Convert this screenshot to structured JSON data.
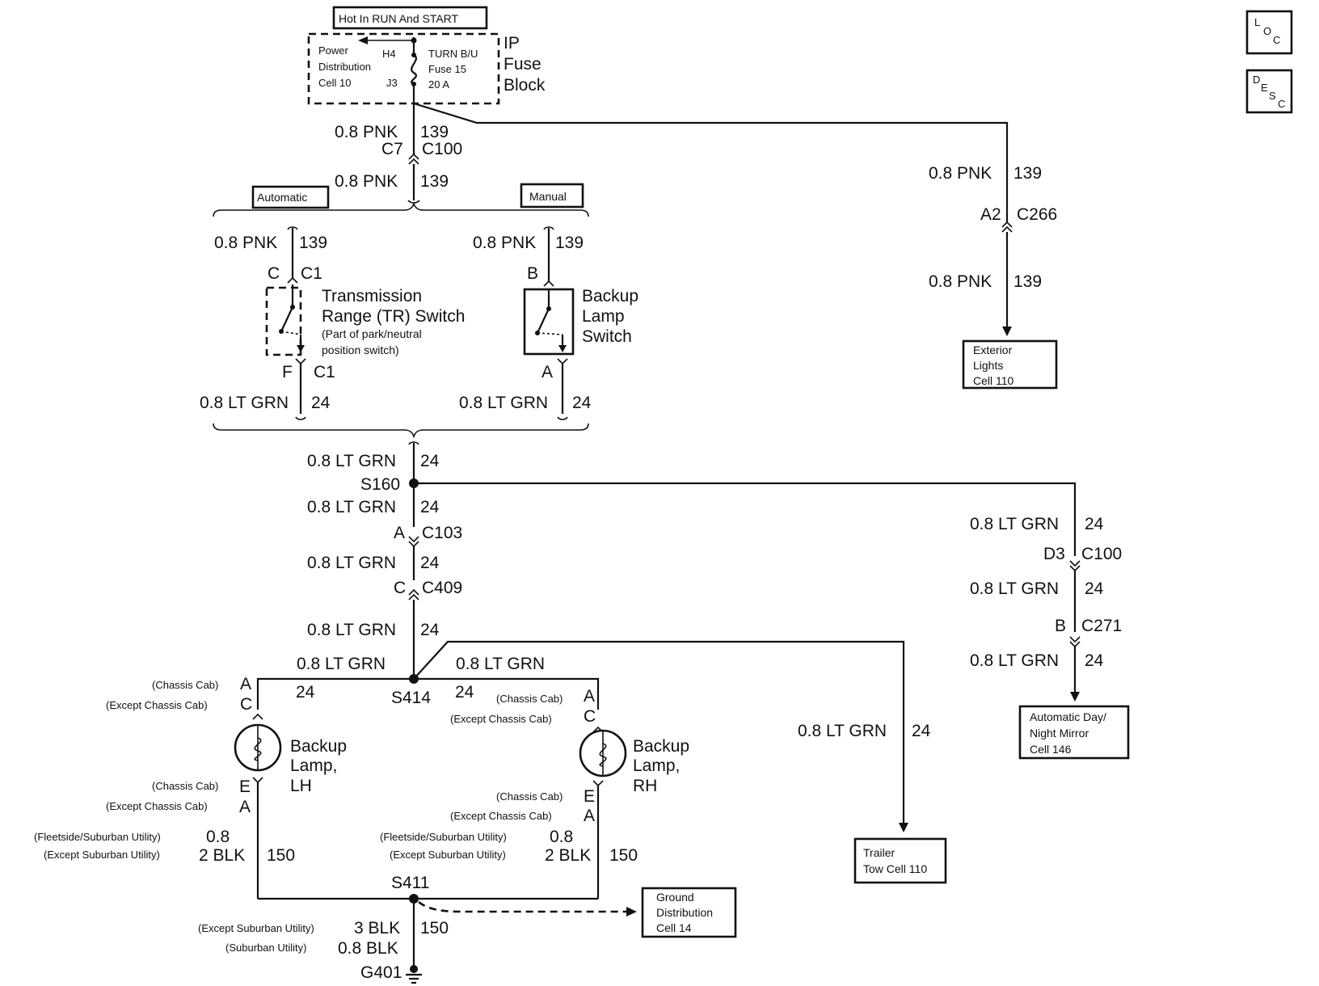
{
  "header": {
    "hot_label": "Hot In RUN And START",
    "loc_icon": "LOC",
    "desc_icon": "DESC"
  },
  "fuse_block": {
    "title_1": "IP",
    "title_2": "Fuse",
    "title_3": "Block",
    "power_dist_1": "Power",
    "power_dist_2": "Distribution",
    "power_dist_3": "Cell 10",
    "pin_h4": "H4",
    "pin_j3": "J3",
    "fuse_1": "TURN B/U",
    "fuse_2": "Fuse 15",
    "fuse_3": "20 A"
  },
  "wires": {
    "pnk": "0.8 PNK",
    "circuit_139": "139",
    "ltgrn": "0.8 LT GRN",
    "circuit_24": "24",
    "circuit_150": "150",
    "blk_08": "0.8",
    "blk_2": "2 BLK",
    "blk_3": "3 BLK",
    "blk_08_full": "0.8 BLK"
  },
  "connectors": {
    "c7": "C7",
    "c100": "C100",
    "a2": "A2",
    "c266": "C266",
    "c": "C",
    "c1": "C1",
    "b": "B",
    "f": "F",
    "a": "A",
    "e": "E",
    "c103": "C103",
    "c409": "C409",
    "d3": "D3",
    "c271": "C271"
  },
  "splices": {
    "s160": "S160",
    "s414": "S414",
    "s411": "S411",
    "g401": "G401"
  },
  "options": {
    "automatic": "Automatic",
    "manual": "Manual",
    "chassis_cab": "(Chassis Cab)",
    "except_chassis_cab": "(Except Chassis Cab)",
    "fleetside": "(Fleetside/Suburban Utility)",
    "except_suburban": "(Except Suburban Utility)",
    "suburban": "(Suburban Utility)"
  },
  "components": {
    "tr_1": "Transmission",
    "tr_2": "Range (TR) Switch",
    "tr_3": "(Part of park/neutral",
    "tr_4": "position switch)",
    "bls_1": "Backup",
    "bls_2": "Lamp",
    "bls_3": "Switch",
    "lh_1": "Backup",
    "lh_2": "Lamp,",
    "lh_3": "LH",
    "rh_1": "Backup",
    "rh_2": "Lamp,",
    "rh_3": "RH"
  },
  "references": {
    "ext_1": "Exterior",
    "ext_2": "Lights",
    "ext_3": "Cell 110",
    "mirror_1": "Automatic Day/",
    "mirror_2": "Night Mirror",
    "mirror_3": "Cell 146",
    "trailer_1": "Trailer",
    "trailer_2": "Tow Cell 110",
    "ground_1": "Ground",
    "ground_2": "Distribution",
    "ground_3": "Cell 14"
  }
}
